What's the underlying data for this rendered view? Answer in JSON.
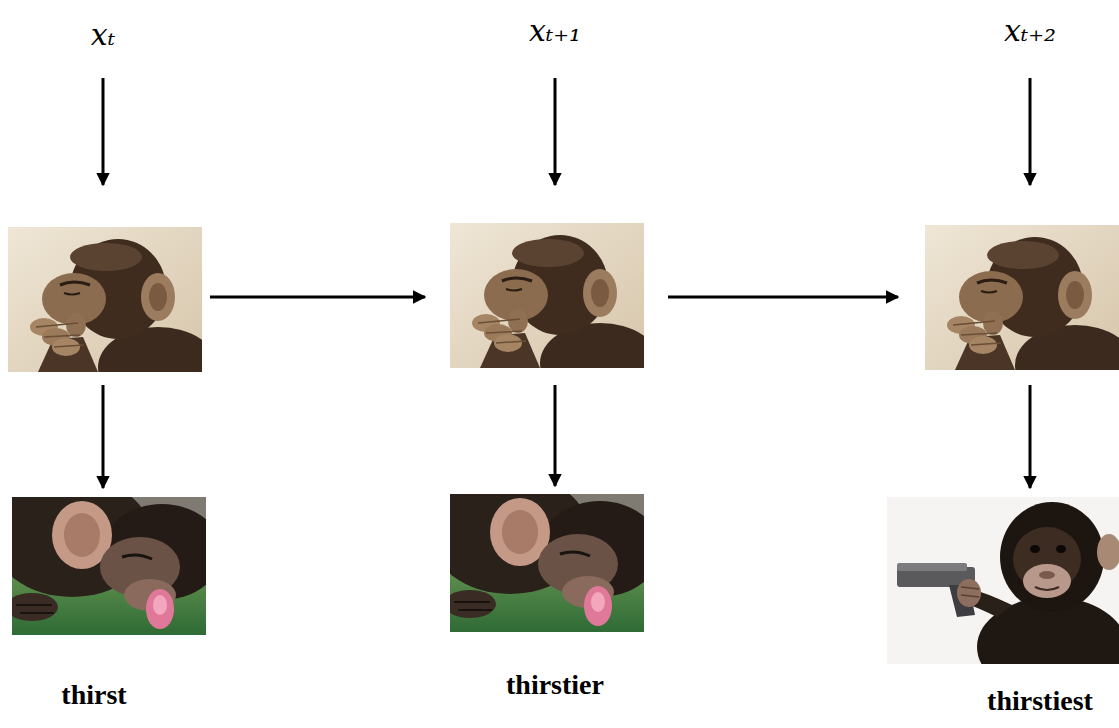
{
  "diagram": {
    "labels": [
      "xₜ",
      "xₜ₊₁",
      "xₜ₊₂",
      "thirst",
      "thirstier",
      "thirstiest"
    ]
  }
}
